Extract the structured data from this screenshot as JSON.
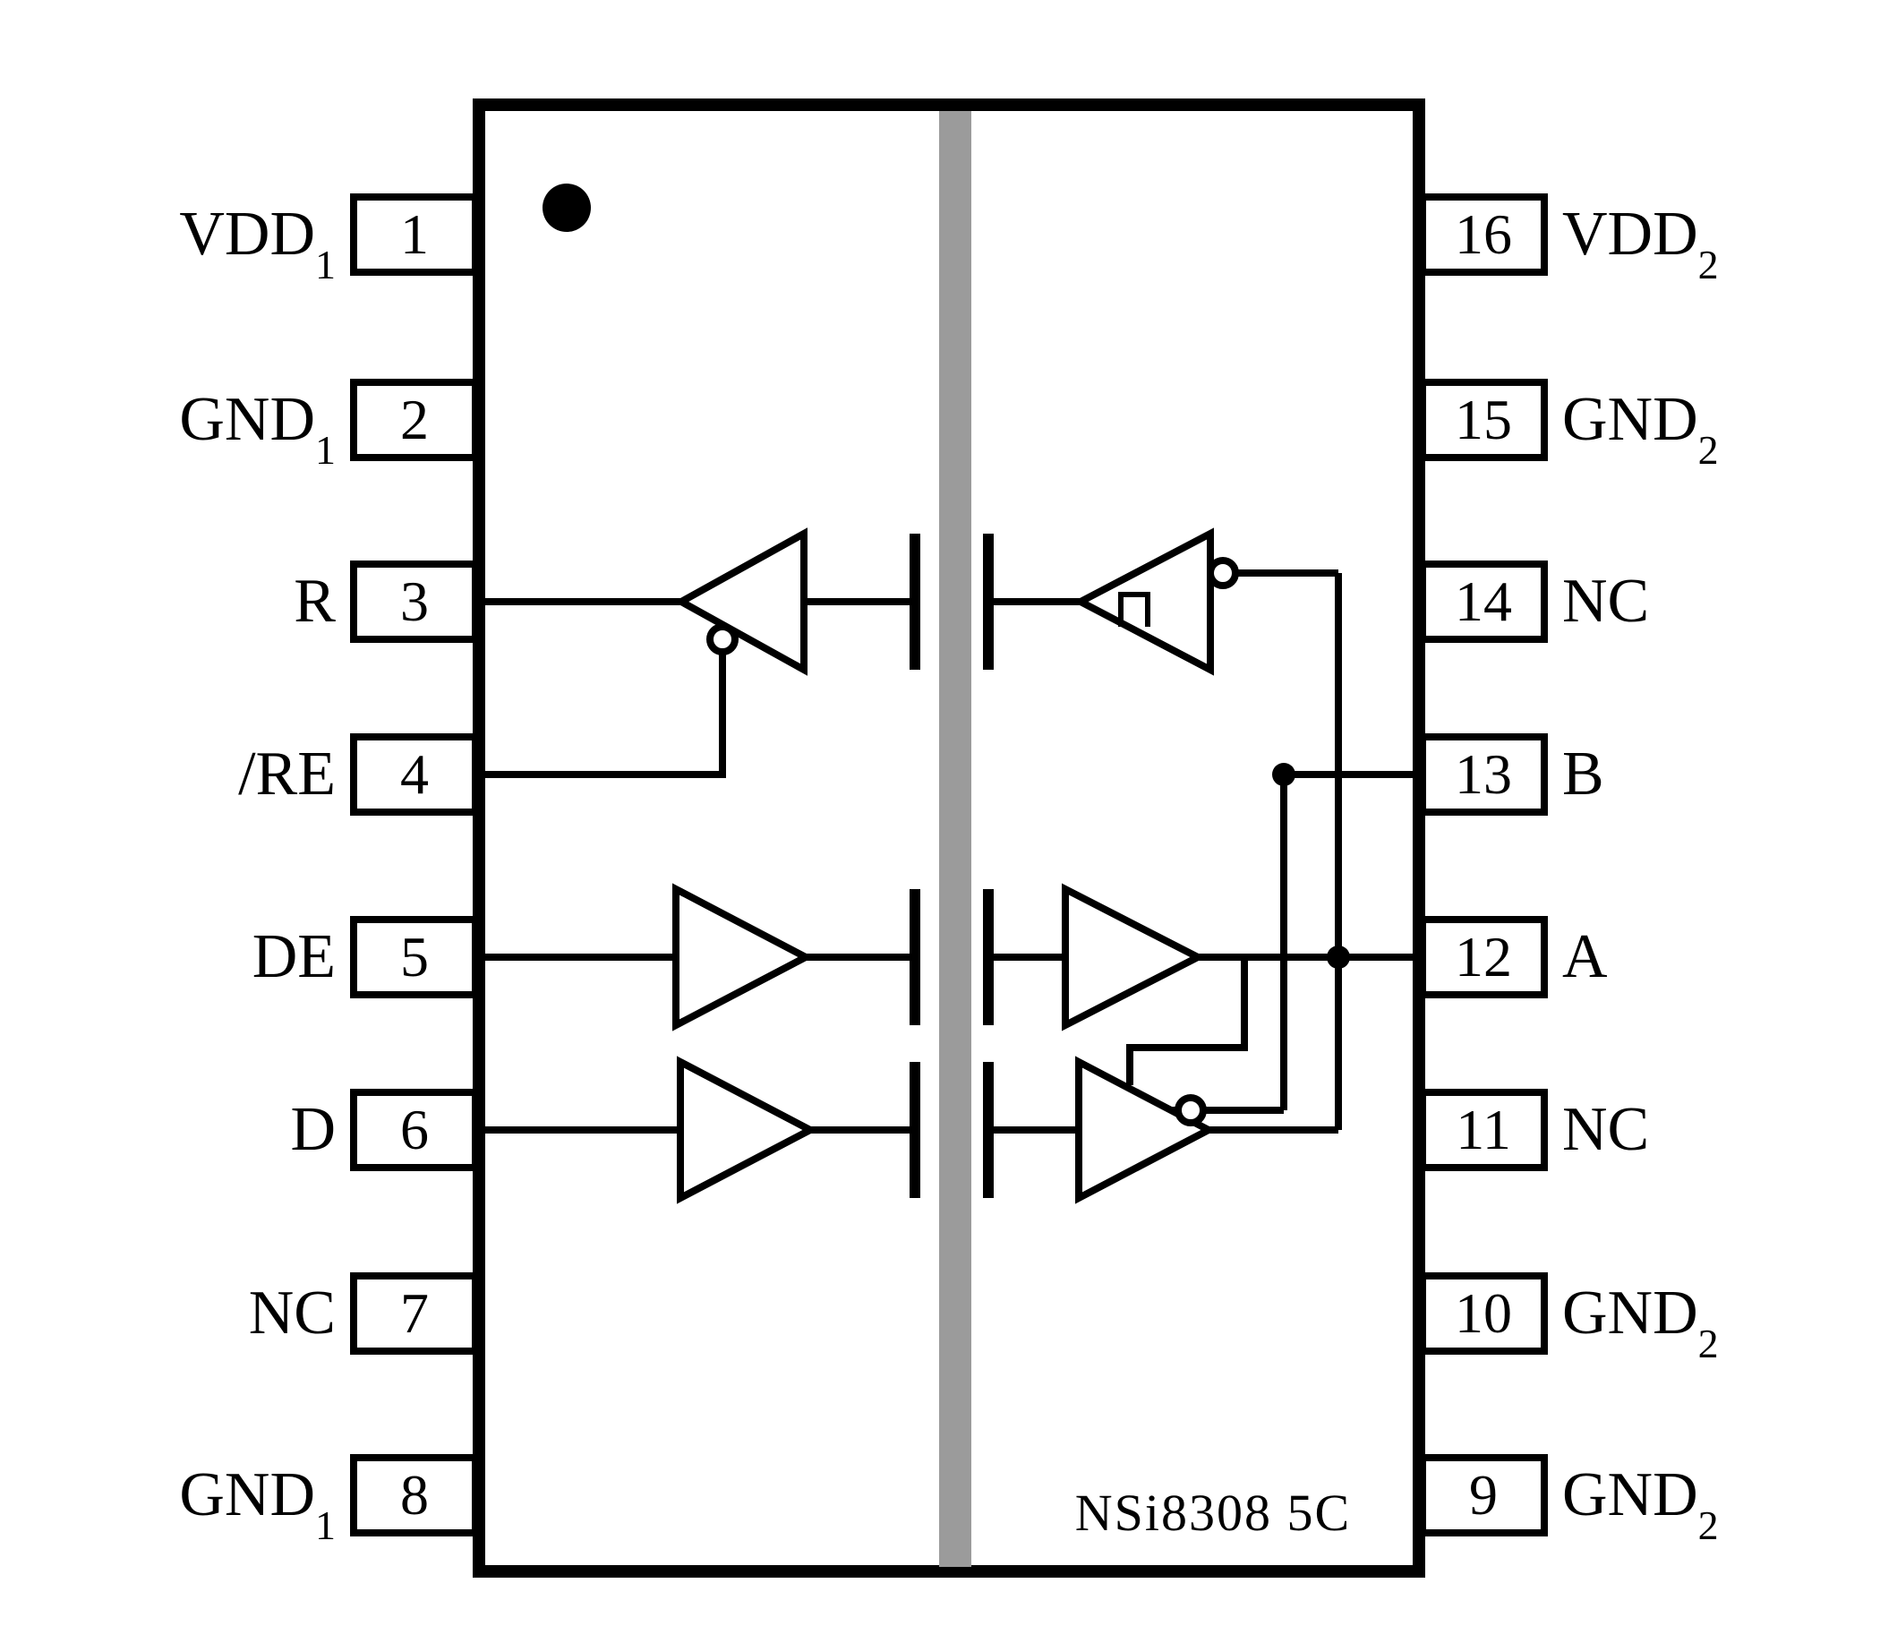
{
  "figure": {
    "chip_label": "NSi8308 5C",
    "description": "16-pin isolated RS-485 transceiver functional block diagram"
  },
  "pins": {
    "left": [
      {
        "number": "1",
        "label": "VDD",
        "sub": "1"
      },
      {
        "number": "2",
        "label": "GND",
        "sub": "1"
      },
      {
        "number": "3",
        "label": "R",
        "sub": ""
      },
      {
        "number": "4",
        "label": "/RE",
        "sub": ""
      },
      {
        "number": "5",
        "label": "DE",
        "sub": ""
      },
      {
        "number": "6",
        "label": "D",
        "sub": ""
      },
      {
        "number": "7",
        "label": "NC",
        "sub": ""
      },
      {
        "number": "8",
        "label": "GND",
        "sub": "1"
      }
    ],
    "right": [
      {
        "number": "16",
        "label": "VDD",
        "sub": "2"
      },
      {
        "number": "15",
        "label": "GND",
        "sub": "2"
      },
      {
        "number": "14",
        "label": "NC",
        "sub": ""
      },
      {
        "number": "13",
        "label": "B",
        "sub": ""
      },
      {
        "number": "12",
        "label": "A",
        "sub": ""
      },
      {
        "number": "11",
        "label": "NC",
        "sub": ""
      },
      {
        "number": "10",
        "label": "GND",
        "sub": "2"
      },
      {
        "number": "9",
        "label": "GND",
        "sub": "2"
      }
    ]
  },
  "colors": {
    "line": "#000000",
    "barrier": "#9b9b9b",
    "background": "#ffffff"
  }
}
